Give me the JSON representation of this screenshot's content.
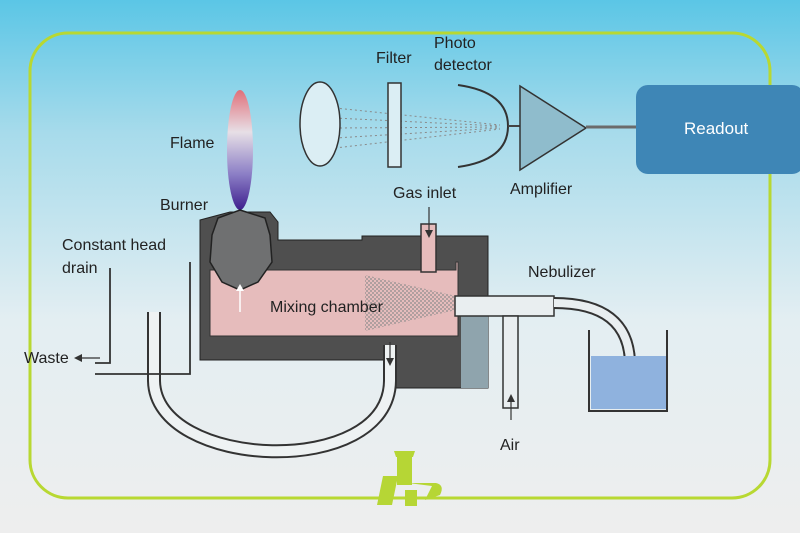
{
  "labels": {
    "filter": "Filter",
    "photo": "Photo",
    "detector": "detector",
    "readout": "Readout",
    "flame": "Flame",
    "burner": "Burner",
    "amplifier": "Amplifier",
    "gas_inlet": "Gas inlet",
    "constant_head": "Constant head",
    "drain": "drain",
    "nebulizer": "Nebulizer",
    "mixing_chamber": "Mixing chamber",
    "waste": "Waste",
    "air": "Air"
  },
  "colors": {
    "frame": "#b8d832",
    "readout_box": "#3e86b6",
    "chamber_fill": "#e6bcbc",
    "housing": "#4f4f4f",
    "solution": "#8fb2de",
    "logo": "#b6d635"
  },
  "icons": {
    "logo": "flask-logo-icon"
  }
}
